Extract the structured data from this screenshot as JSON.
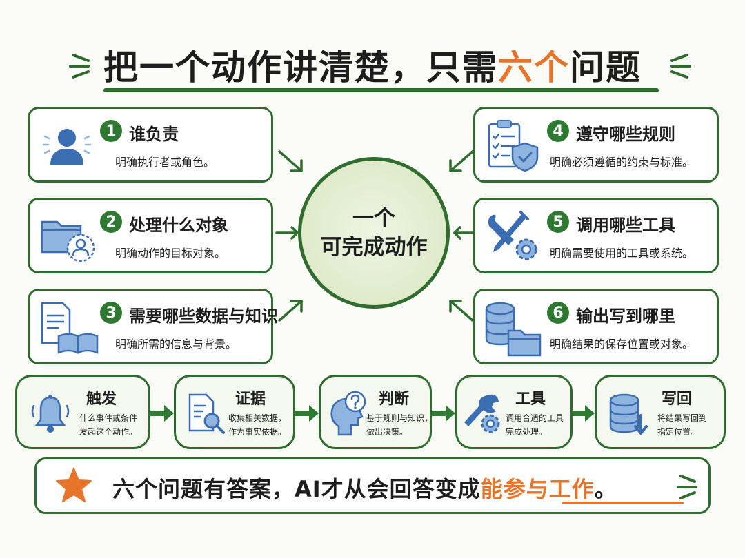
{
  "title": {
    "before": "把一个动作讲清楚，只需",
    "highlight": "六个",
    "after": "问题"
  },
  "center": {
    "line1": "一个",
    "line2": "可完成动作"
  },
  "questions": [
    {
      "num": "1",
      "title": "谁负责",
      "desc": "明确执行者或角色。",
      "icon": "person-icon"
    },
    {
      "num": "2",
      "title": "处理什么对象",
      "desc": "明确动作的目标对象。",
      "icon": "folder-user-icon"
    },
    {
      "num": "3",
      "title": "需要哪些数据与知识",
      "desc": "明确所需的信息与背景。",
      "icon": "document-book-icon"
    },
    {
      "num": "4",
      "title": "遵守哪些规则",
      "desc": "明确必须遵循的约束与标准。",
      "icon": "clipboard-shield-icon"
    },
    {
      "num": "5",
      "title": "调用哪些工具",
      "desc": "明确需要使用的工具或系统。",
      "icon": "tools-gear-icon"
    },
    {
      "num": "6",
      "title": "输出写到哪里",
      "desc": "明确结果的保存位置或对象。",
      "icon": "database-folder-icon"
    }
  ],
  "flow": [
    {
      "title": "触发",
      "desc1": "什么事件或条件",
      "desc2": "发起这个动作。",
      "icon": "bell-icon"
    },
    {
      "title": "证据",
      "desc1": "收集相关数据，",
      "desc2": "作为事实依据。",
      "icon": "document-search-icon"
    },
    {
      "title": "判断",
      "desc1": "基于规则与知识，",
      "desc2": "做出决策。",
      "icon": "head-question-icon"
    },
    {
      "title": "工具",
      "desc1": "调用合适的工具",
      "desc2": "完成处理。",
      "icon": "wrench-gear-icon"
    },
    {
      "title": "写回",
      "desc1": "将结果写回到",
      "desc2": "指定位置。",
      "icon": "database-download-icon"
    }
  ],
  "conclusion": {
    "before": "六个问题有答案，AI才从会回答变成",
    "highlight": "能参与工作",
    "after": "。",
    "icon": "star-icon"
  },
  "colors": {
    "green": "#2f6d2f",
    "orange": "#e8742a",
    "blue": "#3b6db3",
    "light_blue": "#8fb4e0"
  }
}
